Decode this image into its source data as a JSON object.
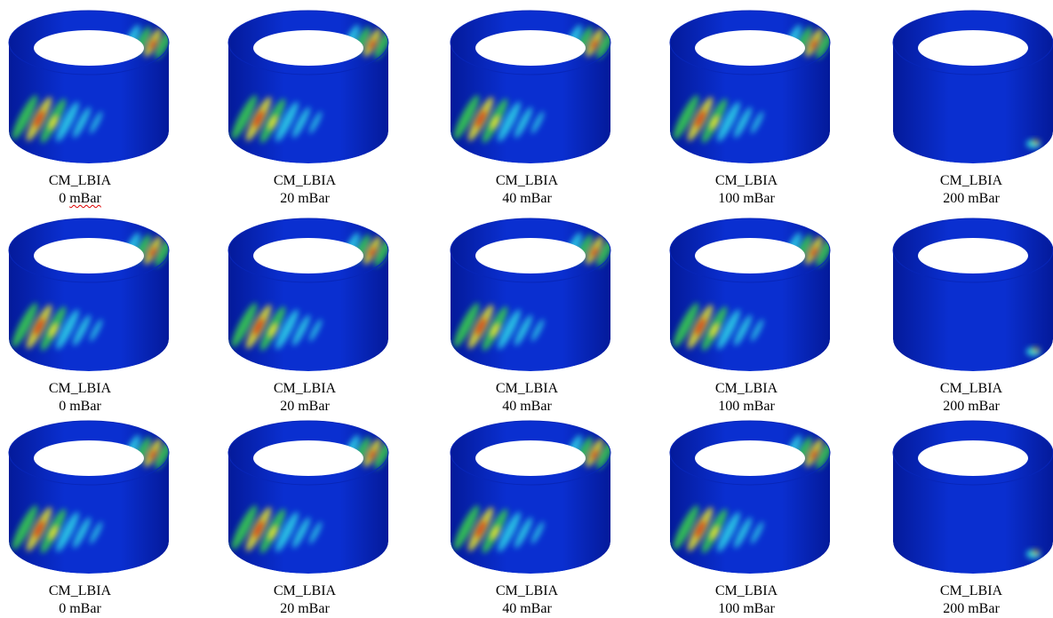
{
  "rows": [
    [
      {
        "label": "CM_LBIA",
        "value": "0",
        "unit": "mBar",
        "pattern": "buckling-waves",
        "spellcheck_unit": true
      },
      {
        "label": "CM_LBIA",
        "value": "20",
        "unit": "mBar",
        "pattern": "buckling-waves"
      },
      {
        "label": "CM_LBIA",
        "value": "40",
        "unit": "mBar",
        "pattern": "buckling-waves"
      },
      {
        "label": "CM_LBIA",
        "value": "100",
        "unit": "mBar",
        "pattern": "buckling-waves"
      },
      {
        "label": "CM_LBIA",
        "value": "200",
        "unit": "mBar",
        "pattern": "local-spot"
      }
    ],
    [
      {
        "label": "CM_LBIA",
        "value": "0",
        "unit": "mBar",
        "pattern": "buckling-waves"
      },
      {
        "label": "CM_LBIA",
        "value": "20",
        "unit": "mBar",
        "pattern": "buckling-waves"
      },
      {
        "label": "CM_LBIA",
        "value": "40",
        "unit": "mBar",
        "pattern": "buckling-waves"
      },
      {
        "label": "CM_LBIA",
        "value": "100",
        "unit": "mBar",
        "pattern": "buckling-waves"
      },
      {
        "label": "CM_LBIA",
        "value": "200",
        "unit": "mBar",
        "pattern": "local-spot"
      }
    ],
    [
      {
        "label": "CM_LBIA",
        "value": "0",
        "unit": "mBar",
        "pattern": "buckling-waves"
      },
      {
        "label": "CM_LBIA",
        "value": "20",
        "unit": "mBar",
        "pattern": "buckling-waves"
      },
      {
        "label": "CM_LBIA",
        "value": "40",
        "unit": "mBar",
        "pattern": "buckling-waves"
      },
      {
        "label": "CM_LBIA",
        "value": "100",
        "unit": "mBar",
        "pattern": "buckling-waves"
      },
      {
        "label": "CM_LBIA",
        "value": "200",
        "unit": "mBar",
        "pattern": "local-spot"
      }
    ]
  ],
  "colors": {
    "shell": "#0a2fd0",
    "shell_dark": "#041a9a",
    "rim": "#0826b8",
    "cyan": "#2fd6e6",
    "green": "#3ad24a",
    "yellow": "#e8e62a",
    "red": "#d8301a"
  }
}
